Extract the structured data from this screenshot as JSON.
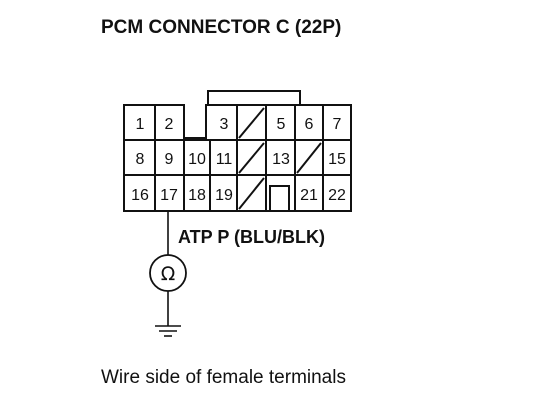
{
  "title": "PCM CONNECTOR C (22P)",
  "connector": {
    "row1": [
      {
        "label": "1"
      },
      {
        "label": "2"
      },
      {
        "label": ""
      },
      {
        "label": "3"
      },
      {
        "label": ""
      },
      {
        "label": "5"
      },
      {
        "label": "6"
      },
      {
        "label": "7"
      }
    ],
    "row2": [
      {
        "label": "8"
      },
      {
        "label": "9"
      },
      {
        "label": "10"
      },
      {
        "label": "11"
      },
      {
        "label": ""
      },
      {
        "label": "13"
      },
      {
        "label": ""
      },
      {
        "label": "15"
      }
    ],
    "row3": [
      {
        "label": "16"
      },
      {
        "label": "17"
      },
      {
        "label": "18"
      },
      {
        "label": "19"
      },
      {
        "label": ""
      },
      {
        "label": ""
      },
      {
        "label": "21"
      },
      {
        "label": "22"
      }
    ]
  },
  "wire_label": "ATP P (BLU/BLK)",
  "meter_symbol": "Ω",
  "caption": "Wire side of female terminals"
}
